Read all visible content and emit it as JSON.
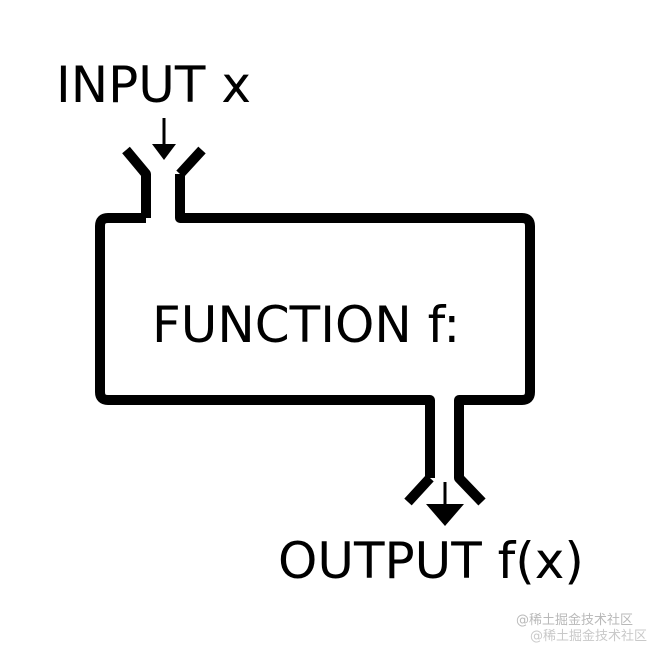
{
  "diagram": {
    "input_label": "INPUT x",
    "function_label": "FUNCTION f:",
    "output_label": "OUTPUT f(x)"
  },
  "watermark": {
    "line1": "@稀土掘金技术社区",
    "line2": "@稀土掘金技术社区"
  },
  "colors": {
    "stroke": "#000000",
    "background": "#ffffff",
    "watermark": "#b9b9b9"
  }
}
